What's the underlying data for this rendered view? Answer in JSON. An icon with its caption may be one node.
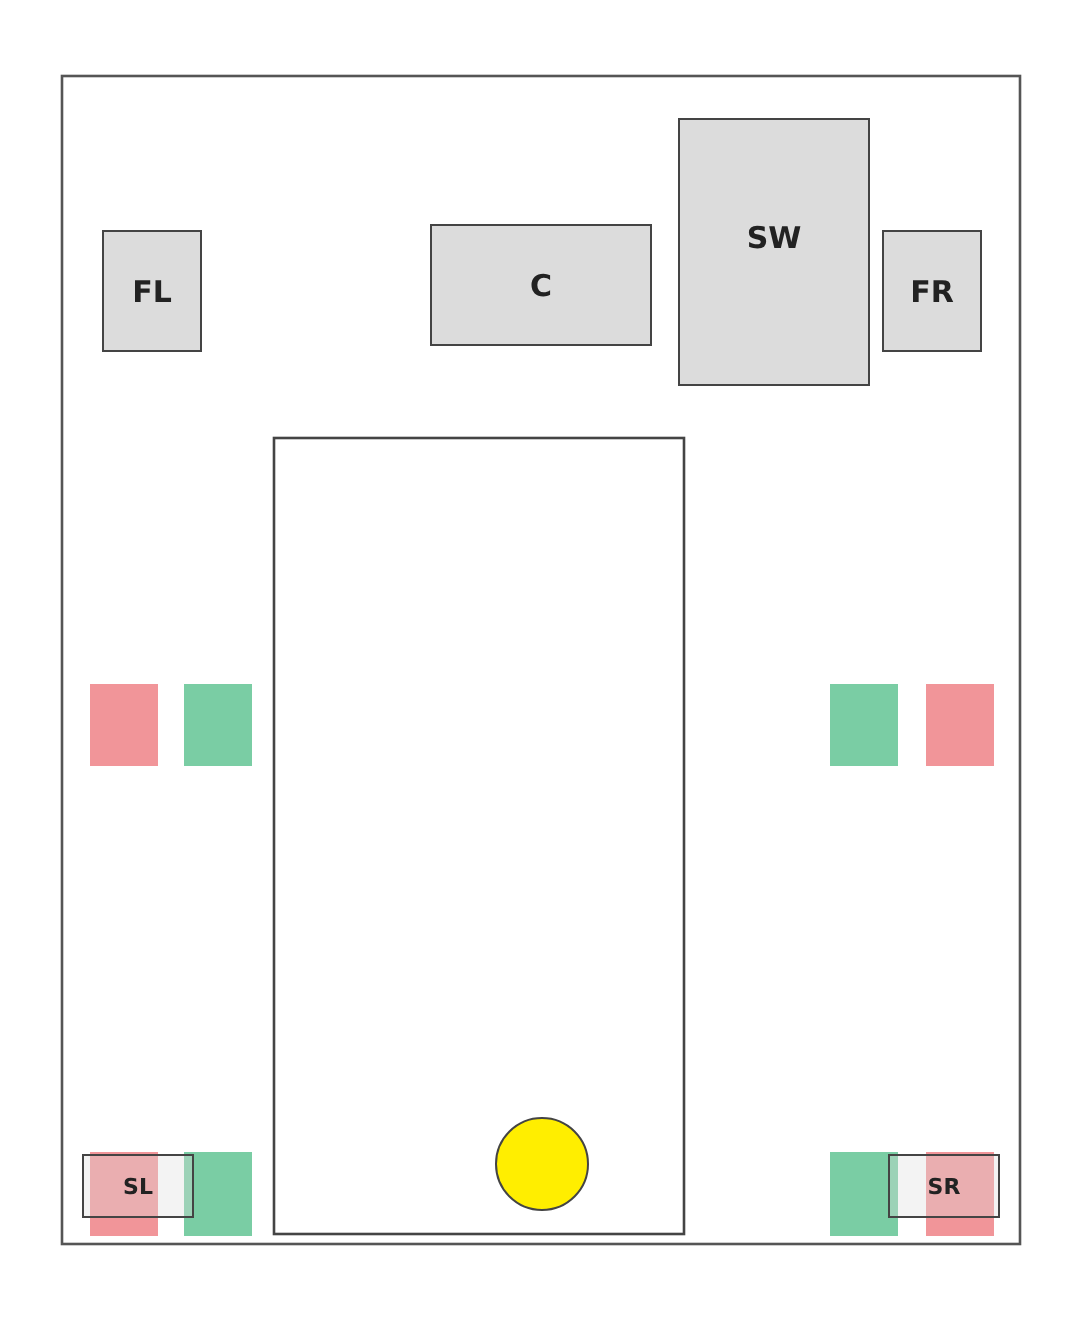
{
  "diagram": {
    "nodes": [
      {
        "text": [
          "FL"
        ]
      },
      {
        "text": [
          "C"
        ]
      },
      {
        "text": [
          "SW"
        ]
      },
      {
        "text": [
          "FR"
        ]
      },
      {
        "text": [
          "SL"
        ]
      },
      {
        "text": [
          "SR"
        ]
      }
    ],
    "edges": []
  }
}
